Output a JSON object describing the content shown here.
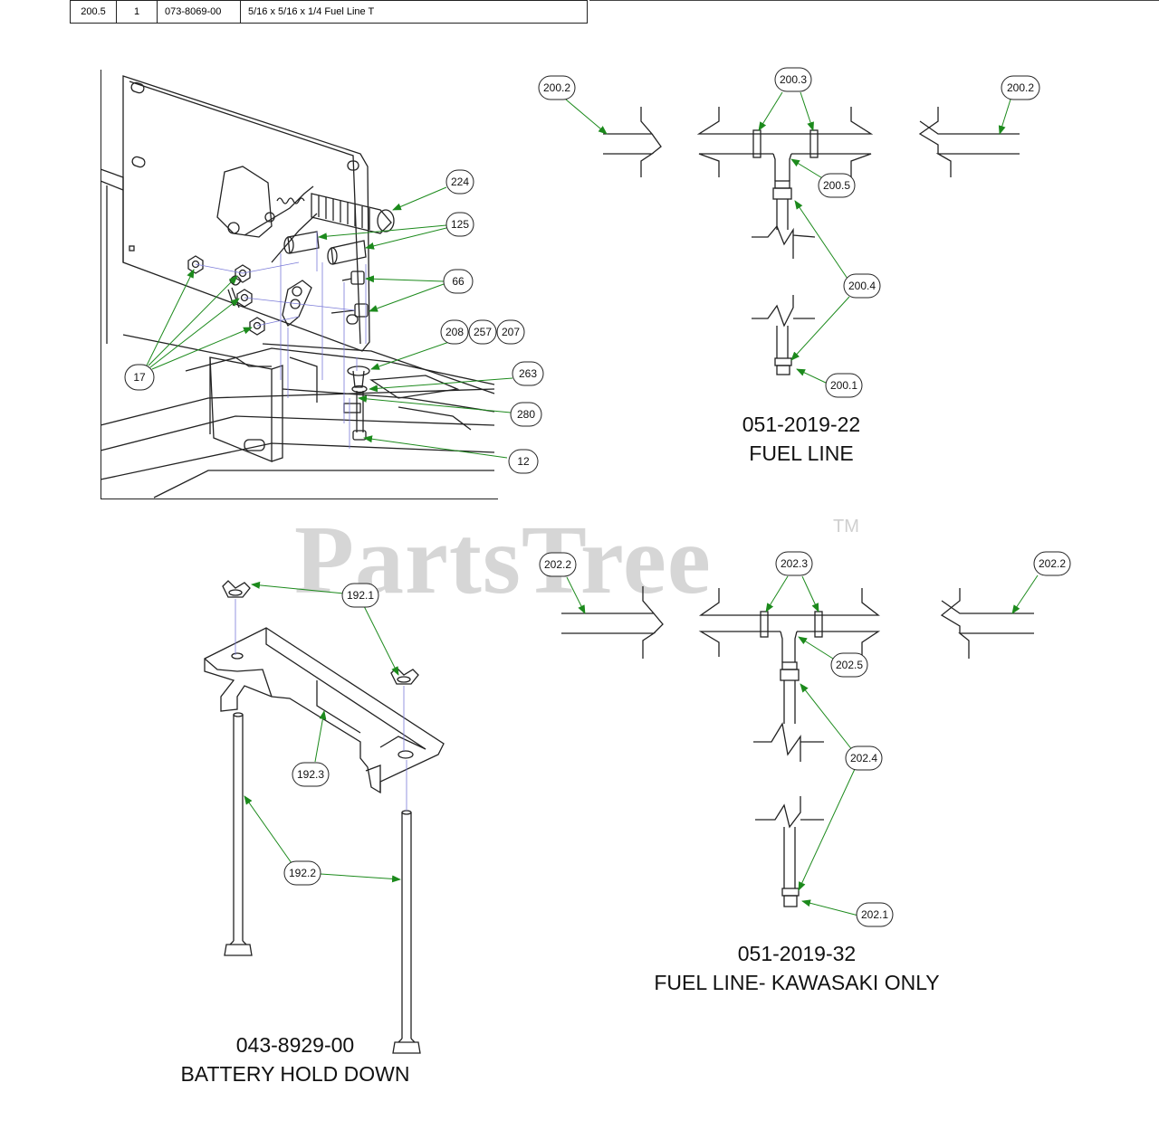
{
  "parts_table": {
    "row": {
      "ref": "200.5",
      "qty": "1",
      "part_number": "073-8069-00",
      "description": "5/16 x 5/16 x 1/4 Fuel Line T"
    }
  },
  "watermark": {
    "text": "PartsTree",
    "mark": "TM"
  },
  "colors": {
    "leader": "#1c8a1c",
    "line": "#222222",
    "phantom": "#7b7bd8",
    "watermark": "#d6d6d6"
  },
  "assemblies": {
    "control": {
      "callouts": {
        "c224": "224",
        "c125": "125",
        "c66": "66",
        "c208": "208",
        "c257": "257",
        "c207": "207",
        "c263": "263",
        "c280": "280",
        "c12": "12",
        "c17": "17"
      }
    },
    "fuel_line": {
      "part_number": "051-2019-22",
      "title": "FUEL LINE",
      "callouts": {
        "left": "200.2",
        "tee": "200.3",
        "right": "200.2",
        "stem": "200.5",
        "hose": "200.4",
        "end": "200.1"
      }
    },
    "fuel_line_kawasaki": {
      "part_number": "051-2019-32",
      "title": "FUEL LINE- KAWASAKI ONLY",
      "callouts": {
        "left": "202.2",
        "tee": "202.3",
        "right": "202.2",
        "stem": "202.5",
        "hose": "202.4",
        "end": "202.1"
      }
    },
    "battery_hold_down": {
      "part_number": "043-8929-00",
      "title": "BATTERY HOLD DOWN",
      "callouts": {
        "wing_nut": "192.1",
        "bracket": "192.3",
        "rod": "192.2"
      }
    }
  }
}
